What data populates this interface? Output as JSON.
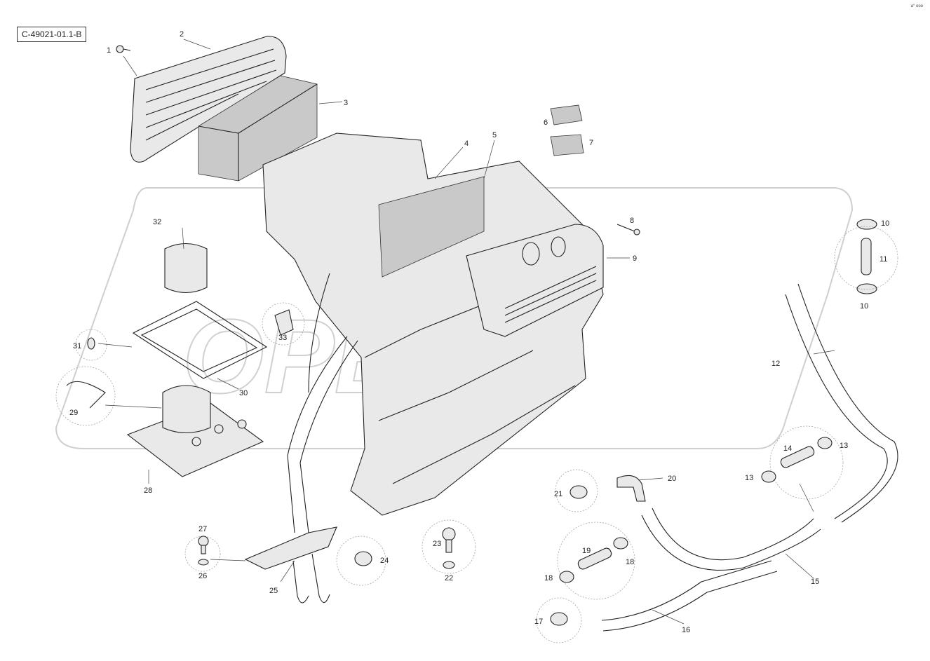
{
  "diagram": {
    "reference_code": "C-49021-01.1-B",
    "corner_mark": "a° ooo",
    "watermark": "OPEX",
    "callouts": [
      "1",
      "2",
      "3",
      "4",
      "5",
      "6",
      "7",
      "8",
      "9",
      "10",
      "10",
      "11",
      "12",
      "13",
      "13",
      "14",
      "15",
      "16",
      "17",
      "18",
      "18",
      "19",
      "20",
      "21",
      "22",
      "23",
      "24",
      "25",
      "26",
      "27",
      "28",
      "29",
      "30",
      "31",
      "32",
      "33"
    ]
  }
}
